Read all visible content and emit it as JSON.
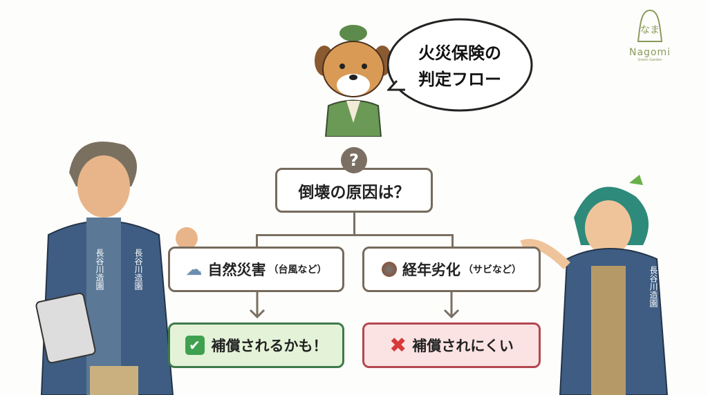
{
  "speech_bubble": {
    "line1": "火災保険の",
    "line2": "判定フロー"
  },
  "logo": {
    "mark": "なま",
    "name": "Nagomi",
    "sub": "Green Garden"
  },
  "question": {
    "icon": "?",
    "text": "倒壊の原因は？"
  },
  "branches": [
    {
      "label": "自然災害",
      "note": "（台風など）",
      "icon": "storm-cloud-icon",
      "result": "補償されるかも！",
      "result_icon": "check-icon"
    },
    {
      "label": "経年劣化",
      "note": "（サビなど）",
      "icon": "rust-icon",
      "result": "補償されにくい",
      "result_icon": "cross-icon"
    }
  ],
  "happi_text": "長谷川造園",
  "colors": {
    "line": "#756a5c",
    "green_bg": "#e4f3d8",
    "green_border": "#3d7a4a",
    "red_bg": "#fbe3e3",
    "red_border": "#b3474f"
  }
}
